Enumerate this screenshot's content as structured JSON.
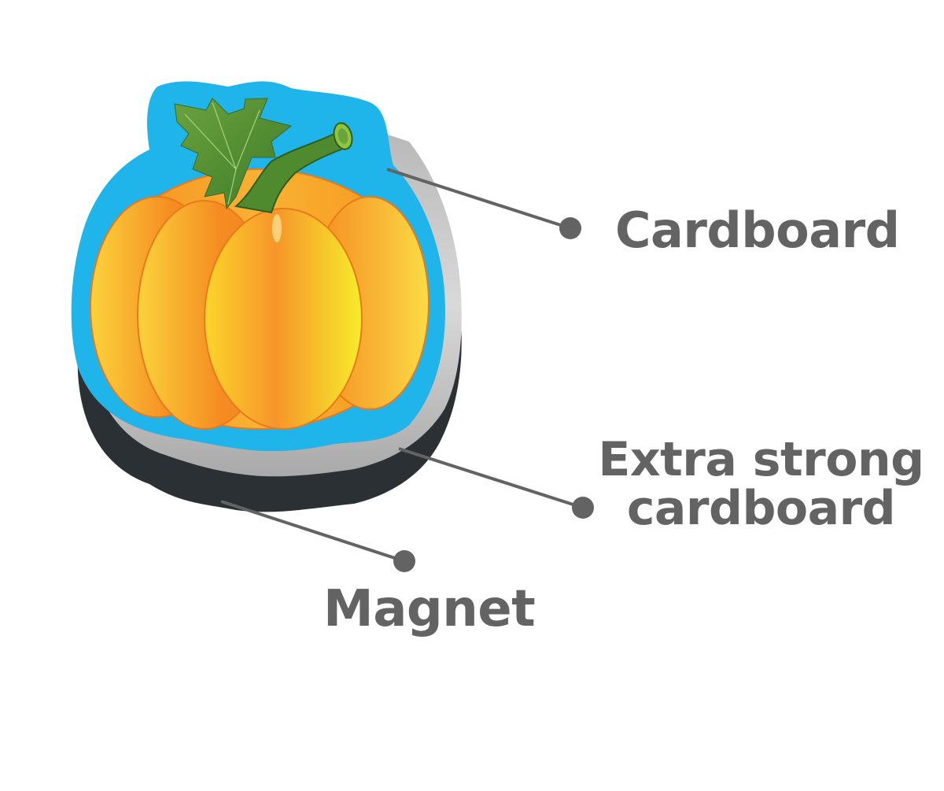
{
  "diagram": {
    "subject": "Pumpkin-shaped magnet cross-section",
    "colors": {
      "label_text": "#636363",
      "leader_line": "#636363",
      "cardboard_border": "#1fb4ea",
      "extra_strong_layer": "#c9c9c9",
      "magnet_layer": "#2b3034",
      "pumpkin_orange": "#f7941d",
      "pumpkin_yellow": "#f9d423",
      "leaf_green": "#4f8a2f",
      "background": "#ffffff"
    },
    "callouts": [
      {
        "id": "cardboard",
        "label": "Cardboard",
        "line_start": [
          492,
          215
        ],
        "dot": [
          725,
          290
        ]
      },
      {
        "id": "extra_strong",
        "label_line1": "Extra strong",
        "label_line2": "cardboard",
        "line_start": [
          507,
          570
        ],
        "dot": [
          741,
          645
        ]
      },
      {
        "id": "magnet",
        "label": "Magnet",
        "line_start": [
          281,
          637
        ],
        "dot": [
          514,
          713
        ]
      }
    ]
  }
}
